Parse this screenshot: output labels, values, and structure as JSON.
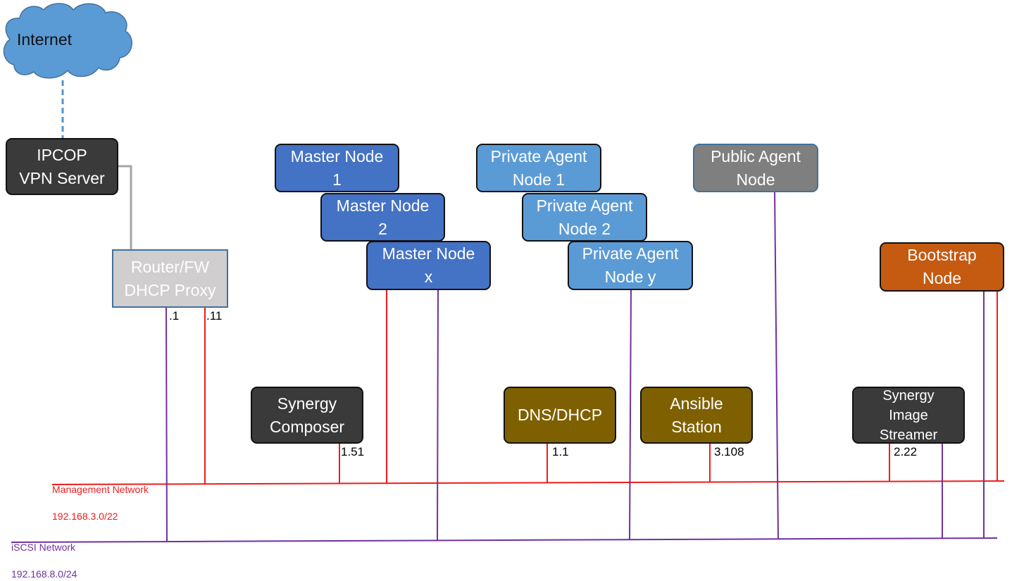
{
  "colors": {
    "management": "#ee1c1c",
    "iscsi": "#7030a0",
    "gray_link": "#a6a6a6",
    "dashed_link": "#4f97cc",
    "dark_box": "#3a3a3a",
    "master_blue": "#4472c4",
    "agent_blue": "#5b9bd5",
    "public_gray": "#7f7f7f",
    "router_gray": "#d0cece",
    "bootstrap_orange": "#c55a11",
    "olive": "#7f6000",
    "cloud_fill": "#5b9bd5"
  },
  "cloud": {
    "label": "Internet"
  },
  "nodes": {
    "ipcop": "IPCOP\nVPN Server",
    "router": "Router/FW\nDHCP Proxy",
    "master1": "Master Node\n1",
    "master2": "Master Node\n2",
    "masterx": "Master Node\nx",
    "agent1": "Private Agent\nNode 1",
    "agent2": "Private Agent\nNode 2",
    "agenty": "Private Agent\nNode y",
    "public_agent": "Public Agent\nNode",
    "bootstrap": "Bootstrap\nNode",
    "synergy_composer": "Synergy\nComposer",
    "dns_dhcp": "DNS/DHCP",
    "ansible": "Ansible\nStation",
    "image_streamer": "Synergy\nImage\nStreamer"
  },
  "ip_labels": {
    "router_iscsi": ".1",
    "router_mgmt": ".11",
    "composer": "1.51",
    "dns": "1.1",
    "ansible": "3.108",
    "streamer": "2.22"
  },
  "networks": {
    "management": {
      "name": "Management Network",
      "subnet": "192.168.3.0/22"
    },
    "iscsi": {
      "name": "iSCSI Network",
      "subnet": "192.168.8.0/24"
    }
  }
}
